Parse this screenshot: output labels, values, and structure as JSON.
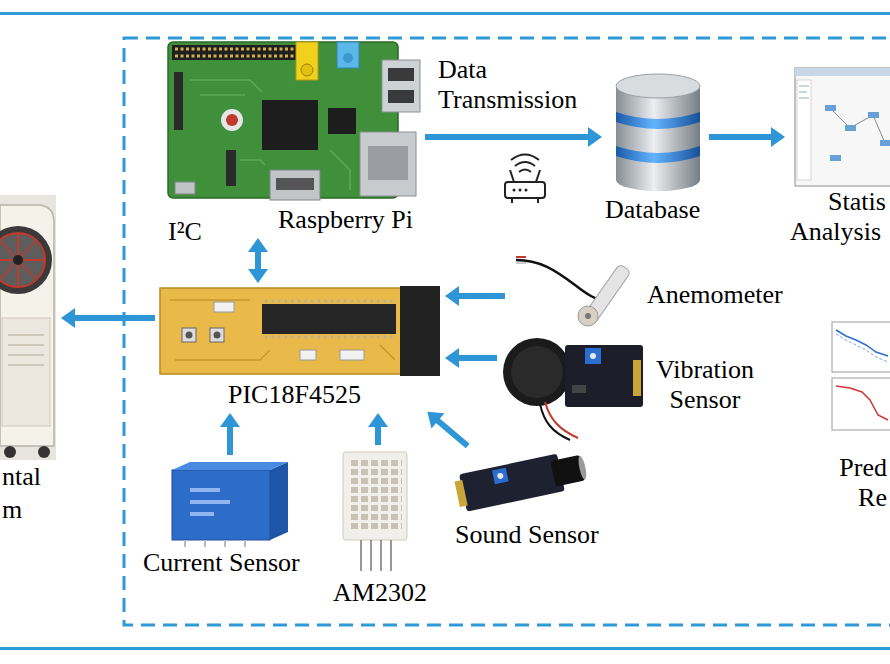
{
  "diagram": {
    "nodes": [
      {
        "text": [
          "ntal",
          "m"
        ]
      },
      {
        "text": [
          "Raspberry Pi"
        ]
      },
      {
        "text": [
          "Database"
        ]
      },
      {
        "text": [
          "Statis",
          "Analysis"
        ]
      },
      {
        "text": [
          "PIC18F4525"
        ]
      },
      {
        "text": [
          "Anemometer"
        ]
      },
      {
        "text": [
          "Vibration Sensor"
        ]
      },
      {
        "text": [
          "Pred",
          "Re"
        ]
      },
      {
        "text": [
          "Current Sensor"
        ]
      },
      {
        "text": [
          "AM2302"
        ]
      },
      {
        "text": [
          "Sound Sensor"
        ]
      }
    ],
    "edges": [
      {
        "from": 1,
        "to": 4,
        "arrow": "both",
        "label": "I²C"
      },
      {
        "from": 1,
        "to": 2,
        "arrow": "to",
        "label": "Data Transmission"
      },
      {
        "from": 2,
        "to": 3,
        "arrow": "to"
      },
      {
        "from": 5,
        "to": 4,
        "arrow": "to"
      },
      {
        "from": 6,
        "to": 4,
        "arrow": "to"
      },
      {
        "from": 10,
        "to": 4,
        "arrow": "to"
      },
      {
        "from": 9,
        "to": 4,
        "arrow": "to"
      },
      {
        "from": 8,
        "to": 4,
        "arrow": "to"
      },
      {
        "from": 4,
        "to": 0,
        "arrow": "to"
      }
    ]
  }
}
